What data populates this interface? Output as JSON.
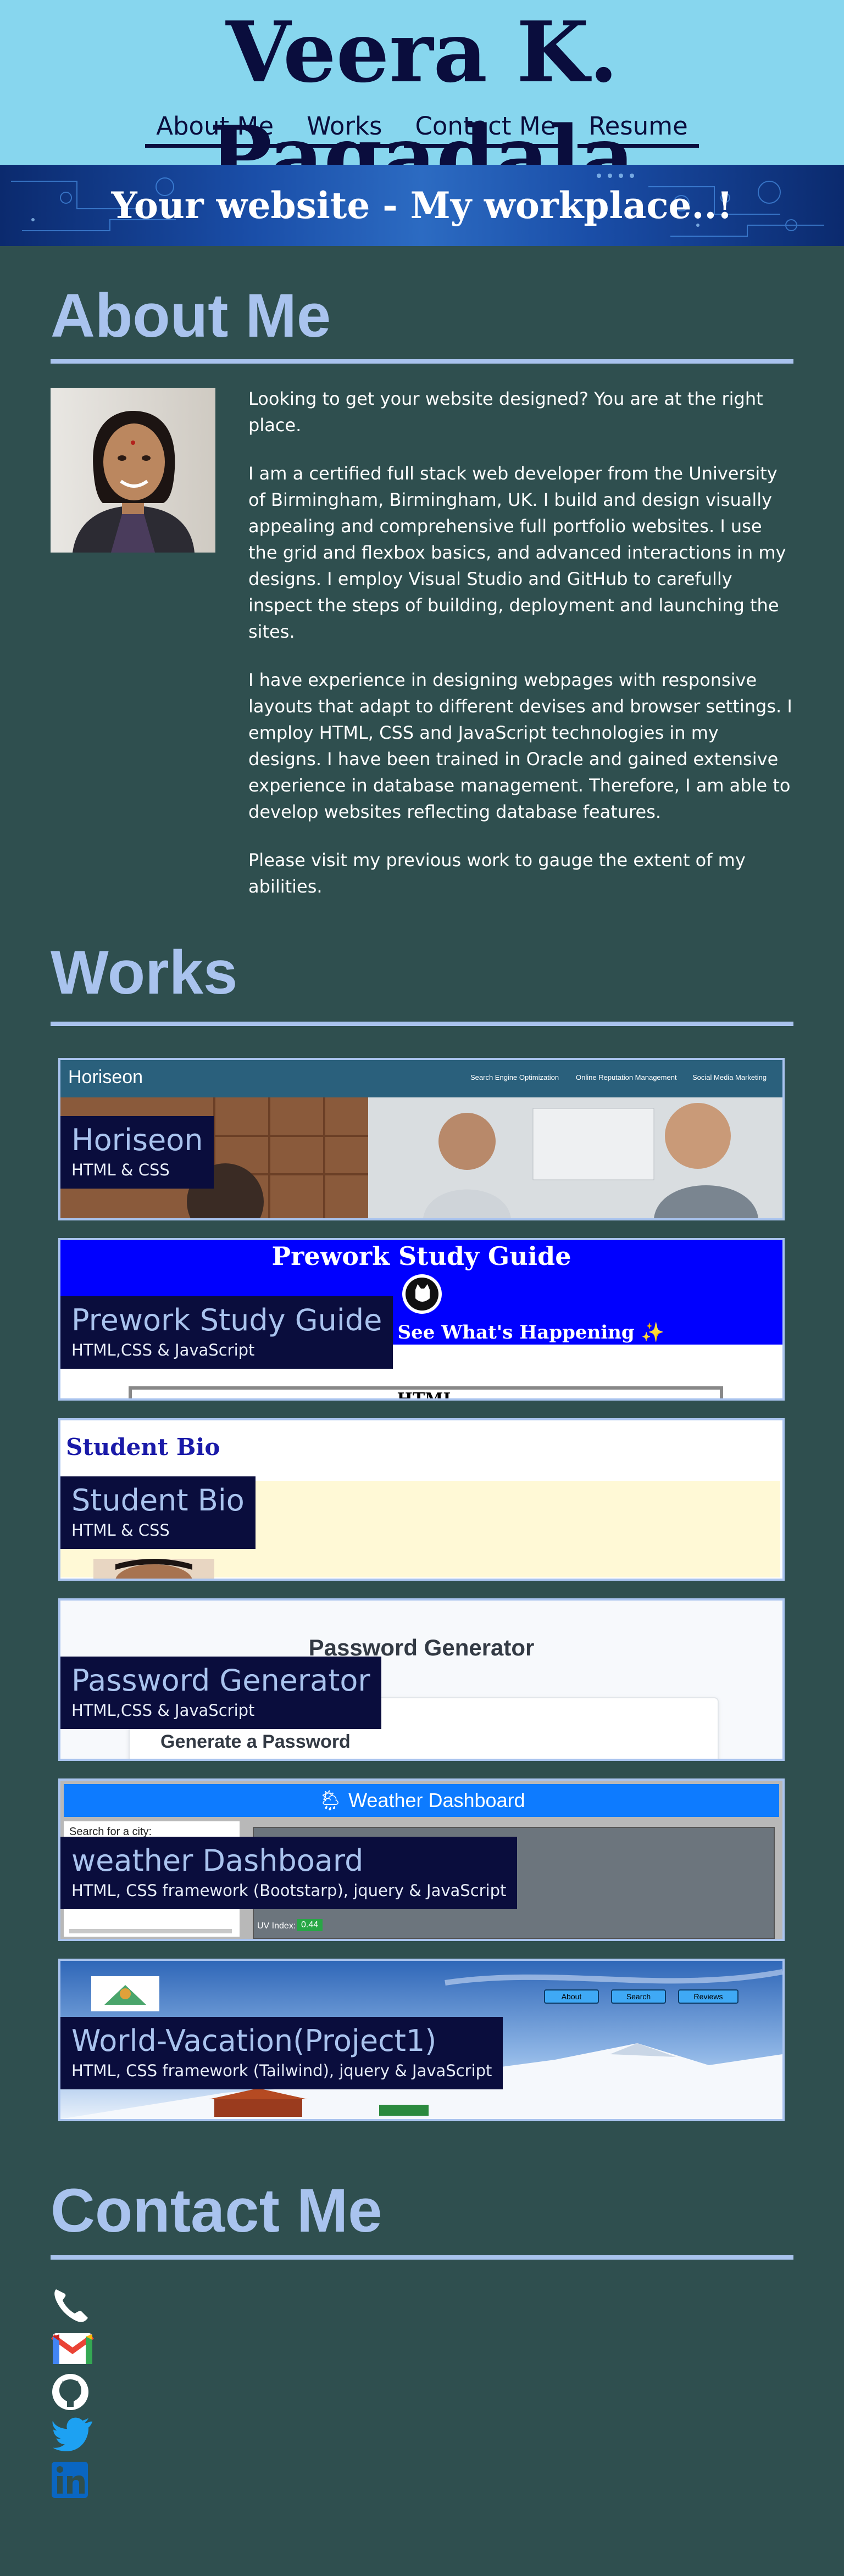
{
  "header": {
    "title": "Veera K. Pagadala",
    "nav": [
      "About Me",
      "Works",
      "Contact Me",
      "Resume"
    ],
    "banner_text": "Your website - My workplace..!"
  },
  "about": {
    "heading": "About Me",
    "paragraphs": [
      "Looking to get your website designed? You are at the right place.",
      "I am a certified full stack web developer from the University of Birmingham, Birmingham, UK. I build and design visually appealing and comprehensive full portfolio websites. I use the grid and flexbox basics, and advanced interactions in my designs. I employ Visual Studio and GitHub to carefully inspect the steps of building, deployment and launching the sites.",
      "I have experience in designing webpages with responsive layouts that adapt to different devises and browser settings. I employ HTML, CSS and JavaScript technologies in my designs. I have been trained in Oracle and gained extensive experience in database management. Therefore, I am able to develop websites reflecting database features.",
      "Please visit my previous work to gauge the extent of my abilities."
    ]
  },
  "works": {
    "heading": "Works",
    "items": [
      {
        "title": "Horiseon",
        "tech": "HTML & CSS",
        "preview": {
          "brand": "Horiseon",
          "nav": [
            "Search Engine Optimization",
            "Online Reputation Management",
            "Social Media Marketing"
          ]
        }
      },
      {
        "title": "Prework Study Guide",
        "tech": "HTML,CSS & JavaScript",
        "preview": {
          "heading": "Prework Study Guide",
          "subheading": "Open the Console to See What's Happening ✨",
          "box": "HTML"
        }
      },
      {
        "title": "Student Bio",
        "tech": "HTML & CSS",
        "preview": {
          "heading": "Student Bio"
        }
      },
      {
        "title": "Password Generator",
        "tech": "HTML,CSS & JavaScript",
        "preview": {
          "heading": "Password Generator",
          "card_title": "Generate a Password"
        }
      },
      {
        "title": "weather Dashboard",
        "tech": "HTML, CSS framework (Bootstarp), jquery & JavaScript",
        "preview": {
          "heading": "🌦 Weather Dashboard",
          "search": "Search for a city:",
          "uv_label": "UV Index:",
          "uv_value": "0.44"
        }
      },
      {
        "title": "World-Vacation(Project1)",
        "tech": "HTML, CSS framework (Tailwind), jquery & JavaScript",
        "preview": {
          "buttons": [
            "About",
            "Search",
            "Reviews"
          ]
        }
      }
    ]
  },
  "contact": {
    "heading": "Contact Me",
    "icons": [
      "phone-icon",
      "gmail-icon",
      "github-icon",
      "twitter-icon",
      "linkedin-icon"
    ]
  },
  "colors": {
    "background": "#2f4f4f",
    "header_bg": "#87d6ee",
    "accent": "#a9c3ee",
    "navy": "#0a0d3d"
  }
}
